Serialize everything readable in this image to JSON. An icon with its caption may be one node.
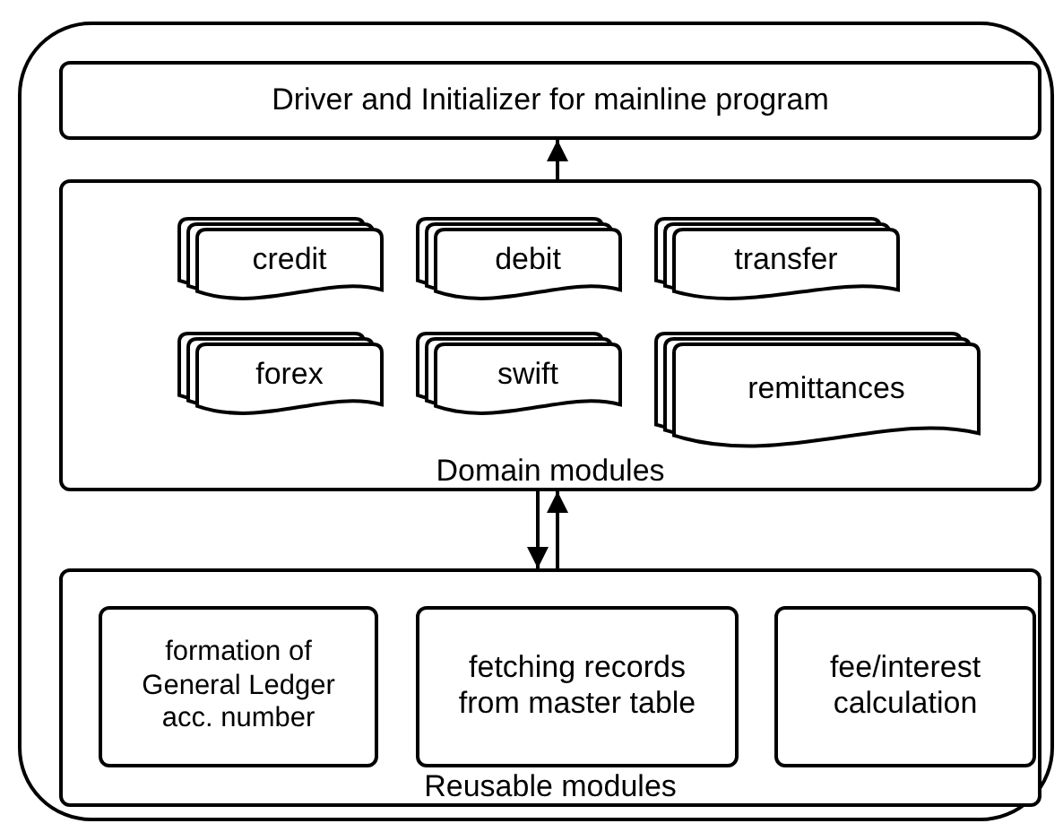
{
  "diagram": {
    "nodes": [
      {
        "text": [],
        "shape": "box"
      },
      {
        "text": [
          "Driver and Initializer for mainline program"
        ],
        "in": 0
      },
      {
        "text": [
          "Domain modules"
        ],
        "in": 0
      },
      {
        "text": [
          "credit"
        ],
        "in": 2
      },
      {
        "text": [
          "debit"
        ],
        "in": 2
      },
      {
        "text": [
          "transfer"
        ],
        "in": 2
      },
      {
        "text": [
          "forex"
        ],
        "in": 2
      },
      {
        "text": [
          "swift"
        ],
        "in": 2
      },
      {
        "text": [
          "remittances"
        ],
        "in": 2
      },
      {
        "text": [
          "Reusable modules"
        ],
        "in": 0
      },
      {
        "text": [
          "formation of General Ledger acc. number"
        ],
        "in": 9
      },
      {
        "text": [
          "fetching records from master table"
        ],
        "in": 9
      },
      {
        "text": [
          "fee/interest calculation"
        ],
        "in": 9
      }
    ],
    "edges": [
      {
        "from": 2,
        "to": 1,
        "arrow": "to"
      },
      {
        "from": 2,
        "to": 9,
        "arrow": "to"
      },
      {
        "from": 9,
        "to": 2,
        "arrow": "to"
      }
    ]
  }
}
